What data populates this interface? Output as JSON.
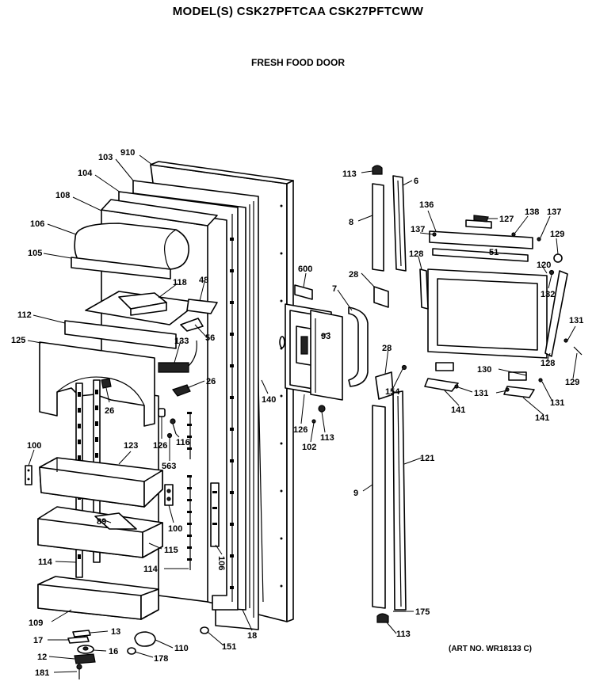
{
  "header": {
    "title": "MODEL(S) CSK27PFTCAA  CSK27PFTCWW",
    "subtitle": "FRESH FOOD DOOR"
  },
  "footer": {
    "art_number": "(ART NO. WR18133 C)"
  },
  "callouts": [
    "910",
    "103",
    "104",
    "108",
    "106",
    "105",
    "118",
    "48",
    "112",
    "56",
    "125",
    "133",
    "26",
    "126",
    "116",
    "563",
    "100",
    "123",
    "89",
    "115",
    "114",
    "109",
    "13",
    "17",
    "16",
    "12",
    "181",
    "110",
    "178",
    "151",
    "18",
    "140",
    "600",
    "7",
    "93",
    "126",
    "102",
    "113",
    "8",
    "28",
    "6",
    "113",
    "9",
    "121",
    "28",
    "154",
    "113",
    "175",
    "136",
    "127",
    "138",
    "137",
    "137",
    "129",
    "128",
    "51",
    "120",
    "132",
    "131",
    "128",
    "130",
    "131",
    "141",
    "131",
    "141",
    "129",
    "26",
    "100",
    "114",
    "106"
  ]
}
